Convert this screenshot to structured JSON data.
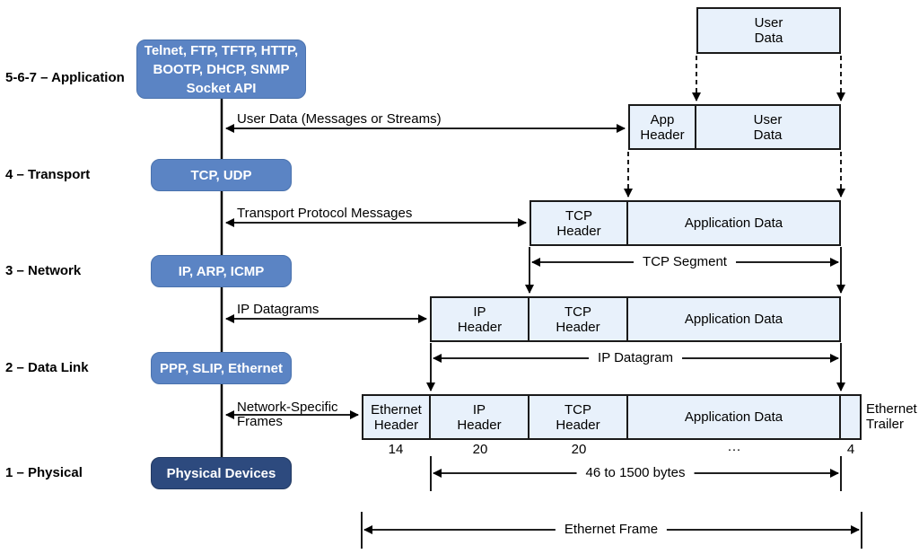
{
  "colors": {
    "layer_box": "#5b84c4",
    "layer_box_border": "#4a72ad",
    "physical_box": "#2d4a7e",
    "physical_box_border": "#223961",
    "cell_fill": "#e8f1fb",
    "cell_border": "#1a1a1a",
    "line": "#000000",
    "text": "#000000",
    "box_text": "#ffffff"
  },
  "layers": [
    {
      "label": "5-6-7 – Application",
      "protocols": "Telnet, FTP, TFTP, HTTP,\nBOOTP, DHCP, SNMP\nSocket API"
    },
    {
      "label": "4 – Transport",
      "protocols": "TCP, UDP"
    },
    {
      "label": "3 – Network",
      "protocols": "IP, ARP, ICMP"
    },
    {
      "label": "2 – Data Link",
      "protocols": "PPP, SLIP, Ethernet"
    },
    {
      "label": "1 – Physical",
      "protocols": "Physical Devices"
    }
  ],
  "flows": [
    {
      "label": "User Data (Messages or Streams)"
    },
    {
      "label": "Transport Protocol Messages"
    },
    {
      "label": "IP Datagrams"
    },
    {
      "label": "Network-Specific\nFrames"
    }
  ],
  "pdu": {
    "user_data": "User\nData",
    "app_header": "App\nHeader",
    "tcp_header": "TCP\nHeader",
    "ip_header": "IP\nHeader",
    "ethernet_header": "Ethernet\nHeader",
    "application_data": "Application Data",
    "ethernet_trailer": "Ethernet\nTrailer"
  },
  "sizes": {
    "ethernet_header": "14",
    "ip_header": "20",
    "tcp_header": "20",
    "application_data": "···",
    "ethernet_trailer": "4"
  },
  "measures": {
    "tcp_segment": "TCP Segment",
    "ip_datagram": "IP Datagram",
    "payload_range": "46 to 1500 bytes",
    "ethernet_frame": "Ethernet Frame"
  }
}
